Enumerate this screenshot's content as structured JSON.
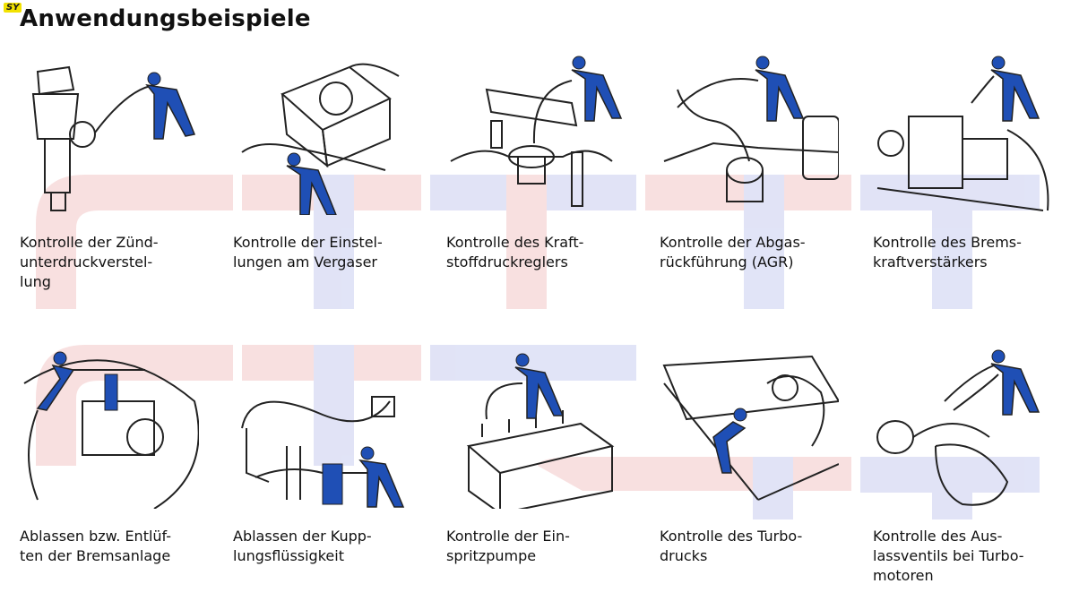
{
  "logo": {
    "text": "SY"
  },
  "page": {
    "title": "Anwendungsbeispiele"
  },
  "examples": [
    {
      "caption": "Kontrolle der Zünd-\nunterdruckverstel-\nlung",
      "icon": "distributor-illustration"
    },
    {
      "caption": "Kontrolle der Einstel-\nlungen am Vergaser",
      "icon": "carburetor-illustration"
    },
    {
      "caption": "Kontrolle des Kraft-\nstoffdruckreglers",
      "icon": "fuel-regulator-illustration"
    },
    {
      "caption": "Kontrolle der Abgas-\nrückführung (AGR)",
      "icon": "egr-illustration"
    },
    {
      "caption": "Kontrolle des Brems-\nkraftverstärkers",
      "icon": "brake-booster-illustration"
    },
    {
      "caption": "Ablassen bzw. Entlüf-\nten der Bremsanlage",
      "icon": "brake-bleed-illustration"
    },
    {
      "caption": "Ablassen der Kupp-\nlungsflüssigkeit",
      "icon": "clutch-fluid-illustration"
    },
    {
      "caption": "Kontrolle der Ein-\nspritzpumpe",
      "icon": "injection-pump-illustration"
    },
    {
      "caption": "Kontrolle des Turbo-\ndrucks",
      "icon": "turbo-pressure-illustration"
    },
    {
      "caption": "Kontrolle des Aus-\nlassventils bei Turbo-\nmotoren",
      "icon": "turbo-valve-illustration"
    }
  ],
  "colors": {
    "pump_blue": "#1f4fb5",
    "watermark_red": "#f3c7c7",
    "watermark_blue": "#c9cdf0",
    "line": "#222222"
  }
}
